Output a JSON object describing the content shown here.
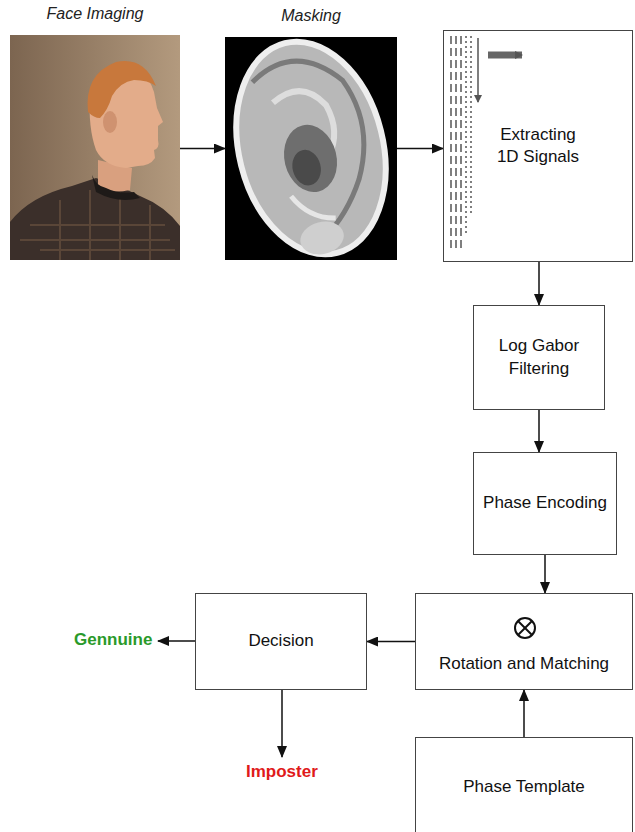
{
  "diagram": {
    "nodes": [
      {
        "text": [
          "Face Imaging"
        ]
      },
      {
        "text": [
          "Masking"
        ]
      },
      {
        "text": [
          "Extracting 1D Signals"
        ]
      },
      {
        "text": [
          "Log Gabor Filtering"
        ]
      },
      {
        "text": [
          "Phase Encoding"
        ]
      },
      {
        "text": [
          "Rotation and Matching"
        ]
      },
      {
        "text": [
          "Phase Template"
        ]
      },
      {
        "text": [
          "Decision"
        ]
      }
    ],
    "edges": [
      {
        "from": 0,
        "to": 1,
        "arrow": "to"
      },
      {
        "from": 1,
        "to": 2,
        "arrow": "to"
      },
      {
        "from": 2,
        "to": 3,
        "arrow": "to"
      },
      {
        "from": 3,
        "to": 4,
        "arrow": "to"
      },
      {
        "from": 4,
        "to": 5,
        "arrow": "to"
      },
      {
        "from": 6,
        "to": 5,
        "arrow": "to"
      },
      {
        "from": 5,
        "to": 7,
        "arrow": "to"
      }
    ],
    "labels": [
      "Gennuine",
      "Imposter"
    ]
  }
}
